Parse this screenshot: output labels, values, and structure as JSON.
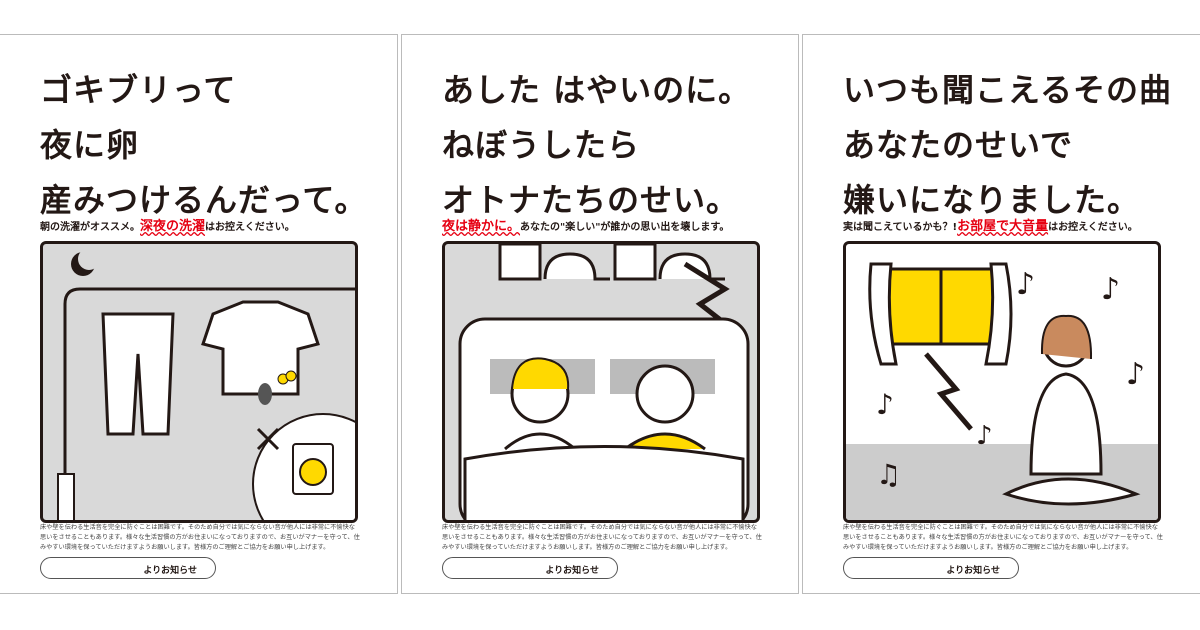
{
  "posters": [
    {
      "headline": [
        "ゴキブリって",
        "夜に卵",
        "産みつけるんだって。"
      ],
      "sub_pre": "朝の洗濯がオススメ。",
      "sub_red": "深夜の洗濯",
      "sub_post": "はお控えください。"
    },
    {
      "headline": [
        "あした はやいのに。",
        "ねぼうしたら",
        "オトナたちのせい。"
      ],
      "sub_pre": "",
      "sub_red": "夜は静かに。",
      "sub_post": "あなたの\"楽しい\"が誰かの思い出を壊します。"
    },
    {
      "headline": [
        "いつも聞こえるその曲",
        "あなたのせいで",
        "嫌いになりました。"
      ],
      "sub_pre": "実は聞こえているかも？!",
      "sub_red": "お部屋で大音量",
      "sub_post": "はお控えください。"
    }
  ],
  "body_text": "床や壁を伝わる生活音を完全に防ぐことは困難です。そのため自分では気にならない音が他人には非常に不愉快な思いをさせることもあります。様々な生活習慣の方がお住まいになっておりますので、お互いがマナーを守って、住みやすい環境を保っていただけますようお願いします。皆様方のご理解とご協力をお願い申し上げます。",
  "button_label": "よりお知らせ",
  "colors": {
    "accent": "#e60012",
    "yellow": "#ffd900",
    "ink": "#231815"
  }
}
